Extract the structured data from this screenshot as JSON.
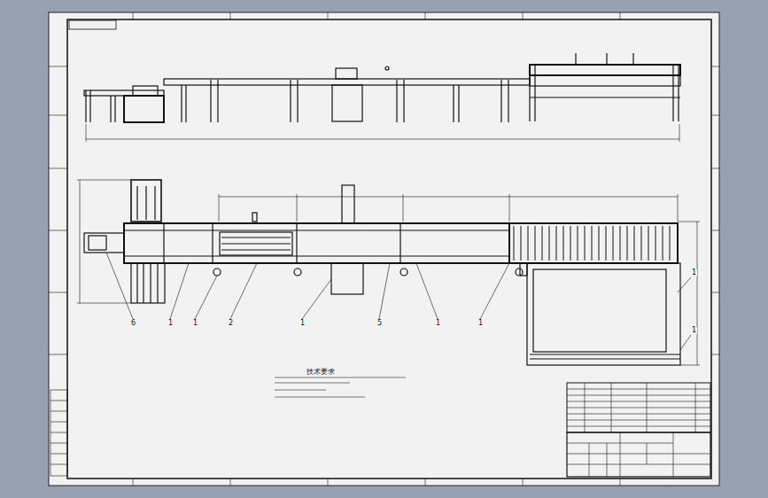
{
  "diagram": {
    "labels": [
      "6",
      "1",
      "1",
      "2",
      "1",
      "5",
      "1",
      "1",
      "1",
      "1",
      "技术要求"
    ]
  }
}
